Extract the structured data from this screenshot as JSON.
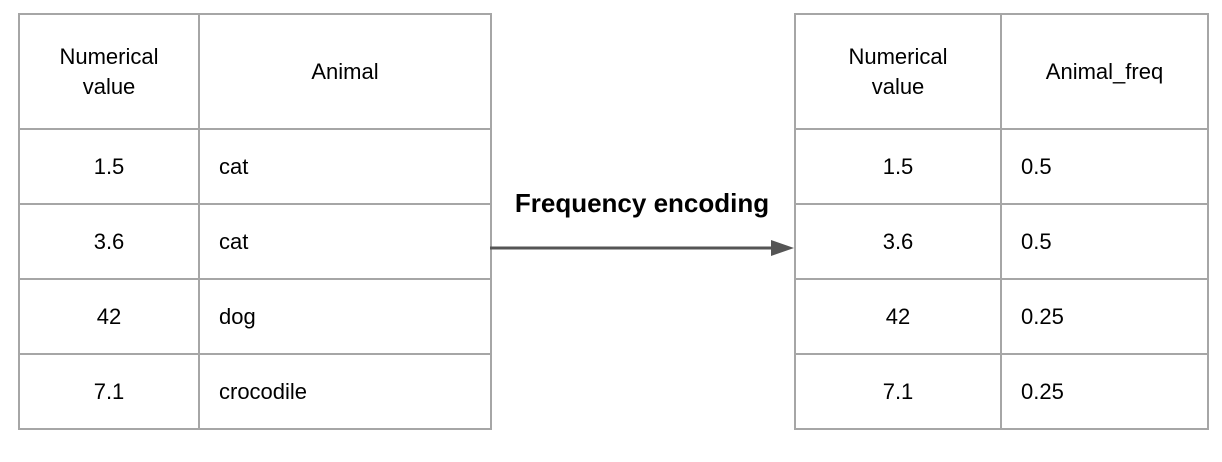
{
  "diagram": {
    "transform_label": "Frequency encoding",
    "arrow_direction": "right"
  },
  "left_table": {
    "headers": [
      "Numerical value",
      "Animal"
    ],
    "rows": [
      [
        "1.5",
        "cat"
      ],
      [
        "3.6",
        "cat"
      ],
      [
        "42",
        "dog"
      ],
      [
        "7.1",
        "crocodile"
      ]
    ]
  },
  "right_table": {
    "headers": [
      "Numerical value",
      "Animal_freq"
    ],
    "rows": [
      [
        "1.5",
        "0.5"
      ],
      [
        "3.6",
        "0.5"
      ],
      [
        "42",
        "0.25"
      ],
      [
        "7.1",
        "0.25"
      ]
    ]
  },
  "colors": {
    "table_border": "#a6a6a6",
    "arrow": "#555555",
    "text": "#000000"
  }
}
